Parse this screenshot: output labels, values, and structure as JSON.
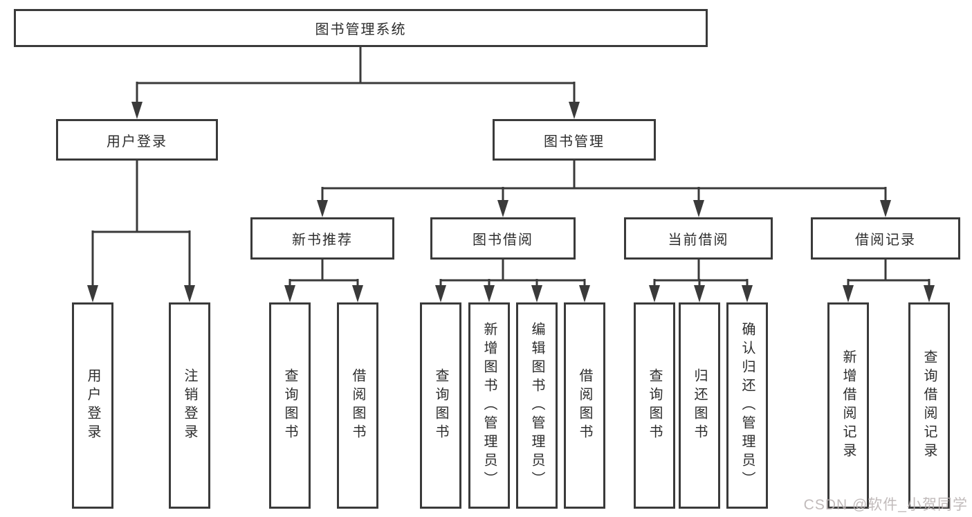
{
  "diagram": {
    "type": "hierarchy-tree",
    "orientation": "top-down",
    "line_color": "#3a3a3a",
    "box_background": "#ffffff",
    "text_color": "#2d2d2d",
    "tree": {
      "label": "图书管理系统",
      "children": [
        {
          "label": "用户登录",
          "children": [
            {
              "label": "用户登录"
            },
            {
              "label": "注销登录"
            }
          ]
        },
        {
          "label": "图书管理",
          "children": [
            {
              "label": "新书推荐",
              "children": [
                {
                  "label": "查询图书"
                },
                {
                  "label": "借阅图书"
                }
              ]
            },
            {
              "label": "图书借阅",
              "children": [
                {
                  "label": "查询图书"
                },
                {
                  "label": "新增图书（管理员）"
                },
                {
                  "label": "编辑图书（管理员）"
                },
                {
                  "label": "借阅图书"
                }
              ]
            },
            {
              "label": "当前借阅",
              "children": [
                {
                  "label": "查询图书"
                },
                {
                  "label": "归还图书"
                },
                {
                  "label": "确认归还（管理员）"
                }
              ]
            },
            {
              "label": "借阅记录",
              "children": [
                {
                  "label": "新增借阅记录"
                },
                {
                  "label": "查询借阅记录"
                }
              ]
            }
          ]
        }
      ]
    }
  },
  "watermark": "CSDN @软件_小贺同学"
}
